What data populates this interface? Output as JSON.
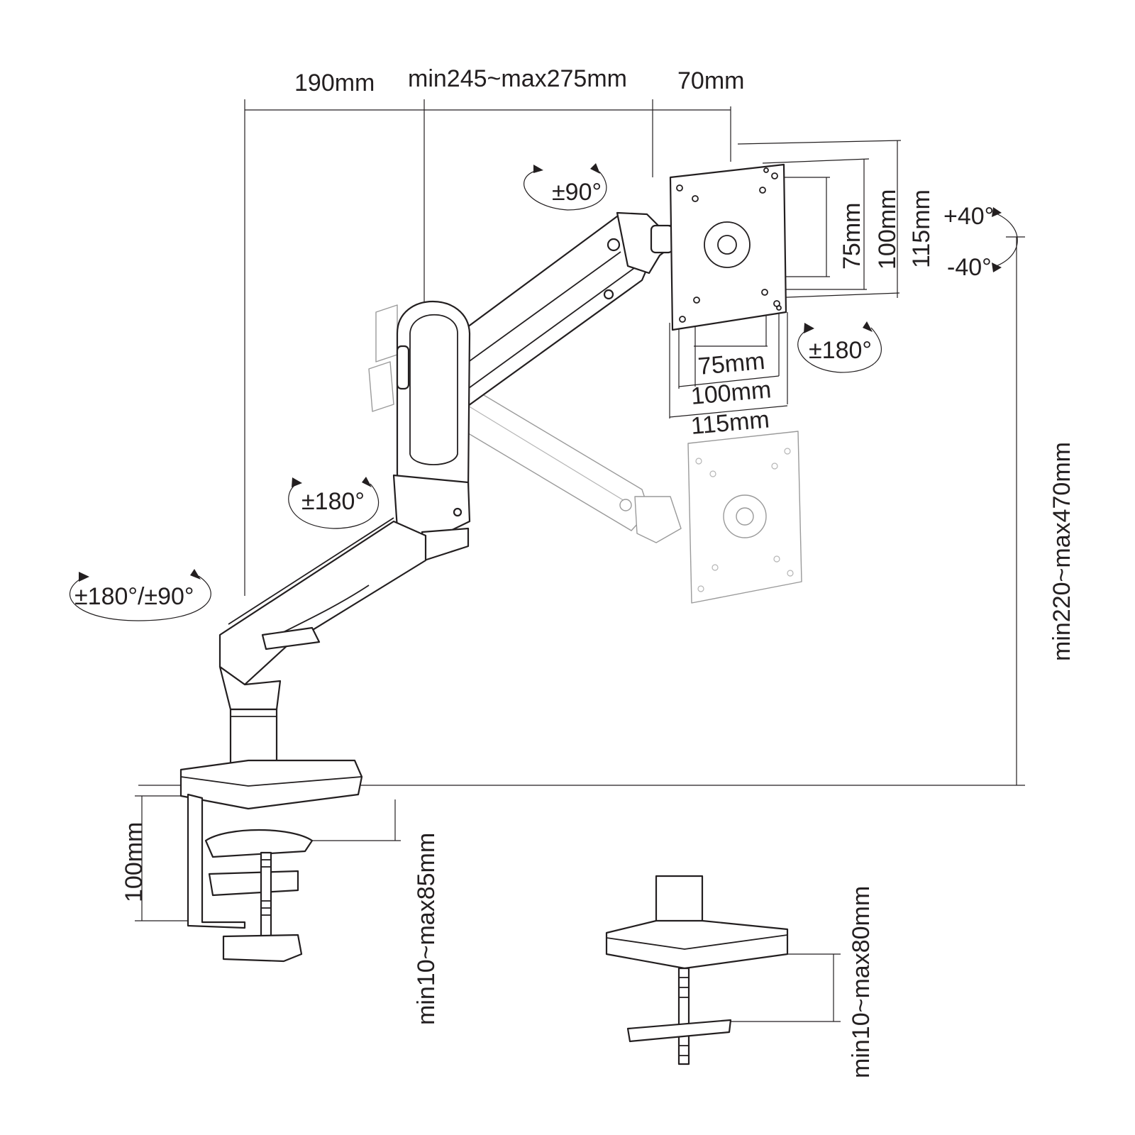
{
  "dimensions": {
    "arm_segment_1": "190mm",
    "arm_segment_2": "min245~max275mm",
    "head_offset": "70mm",
    "vesa_h_75": "75mm",
    "vesa_h_100": "100mm",
    "vesa_h_115": "115mm",
    "vesa_v_75": "75mm",
    "vesa_v_100": "100mm",
    "vesa_v_115": "115mm",
    "height_range": "min220~max470mm",
    "clamp_height": "100mm",
    "clamp_desk_thickness": "min10~max85mm",
    "grommet_desk_thickness": "min10~max80mm"
  },
  "rotations": {
    "head_rotation": "±90°",
    "tilt_up": "+40°",
    "tilt_down": "-40°",
    "vesa_rotation": "±180°",
    "elbow_rotation": "±180°",
    "base_rotation": "±180°/±90°"
  }
}
